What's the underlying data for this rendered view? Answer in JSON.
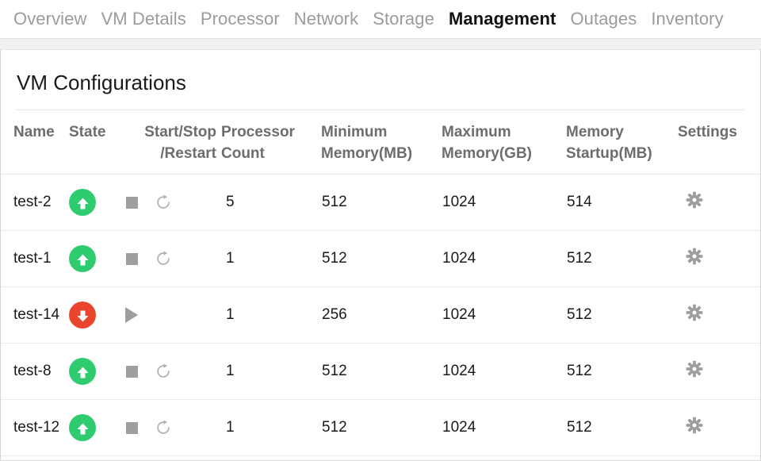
{
  "tabs": [
    {
      "label": "Overview",
      "active": false
    },
    {
      "label": "VM Details",
      "active": false
    },
    {
      "label": "Processor",
      "active": false
    },
    {
      "label": "Network",
      "active": false
    },
    {
      "label": "Storage",
      "active": false
    },
    {
      "label": "Management",
      "active": true
    },
    {
      "label": "Outages",
      "active": false
    },
    {
      "label": "Inventory",
      "active": false
    }
  ],
  "panel": {
    "title": "VM Configurations"
  },
  "table": {
    "headers": [
      {
        "line1": "Name",
        "line2": ""
      },
      {
        "line1": "State",
        "line2": ""
      },
      {
        "line1": "Start/Stop",
        "line2": "/Restart"
      },
      {
        "line1": "Processor",
        "line2": "Count"
      },
      {
        "line1": "Minimum",
        "line2": "Memory(MB)"
      },
      {
        "line1": "Maximum",
        "line2": "Memory(GB)"
      },
      {
        "line1": "Memory",
        "line2": "Startup(MB)"
      },
      {
        "line1": "Settings",
        "line2": ""
      }
    ],
    "rows": [
      {
        "name": "test-2",
        "state": "running",
        "state_icon": "arrow-up-circle-green-icon",
        "controls": [
          "stop-icon",
          "restart-icon"
        ],
        "processor_count": "5",
        "minimum_memory_mb": "512",
        "maximum_memory_gb": "1024",
        "memory_startup_mb": "514",
        "settings_icon": "gear-icon"
      },
      {
        "name": "test-1",
        "state": "running",
        "state_icon": "arrow-up-circle-green-icon",
        "controls": [
          "stop-icon",
          "restart-icon"
        ],
        "processor_count": "1",
        "minimum_memory_mb": "512",
        "maximum_memory_gb": "1024",
        "memory_startup_mb": "512",
        "settings_icon": "gear-icon"
      },
      {
        "name": "test-14",
        "state": "stopped",
        "state_icon": "arrow-down-circle-red-icon",
        "controls": [
          "play-icon"
        ],
        "processor_count": "1",
        "minimum_memory_mb": "256",
        "maximum_memory_gb": "1024",
        "memory_startup_mb": "512",
        "settings_icon": "gear-icon"
      },
      {
        "name": "test-8",
        "state": "running",
        "state_icon": "arrow-up-circle-green-icon",
        "controls": [
          "stop-icon",
          "restart-icon"
        ],
        "processor_count": "1",
        "minimum_memory_mb": "512",
        "maximum_memory_gb": "1024",
        "memory_startup_mb": "512",
        "settings_icon": "gear-icon"
      },
      {
        "name": "test-12",
        "state": "running",
        "state_icon": "arrow-up-circle-green-icon",
        "controls": [
          "stop-icon",
          "restart-icon"
        ],
        "processor_count": "1",
        "minimum_memory_mb": "512",
        "maximum_memory_gb": "1024",
        "memory_startup_mb": "512",
        "settings_icon": "gear-icon"
      }
    ]
  },
  "colors": {
    "state_running": "#2ecc6f",
    "state_stopped": "#e8452c",
    "control_gray": "#9e9e9e",
    "header_text": "#6d6d6d",
    "tab_inactive": "#9b9b9b",
    "tab_active": "#111111",
    "tab_underline": "#b8b8b8"
  }
}
